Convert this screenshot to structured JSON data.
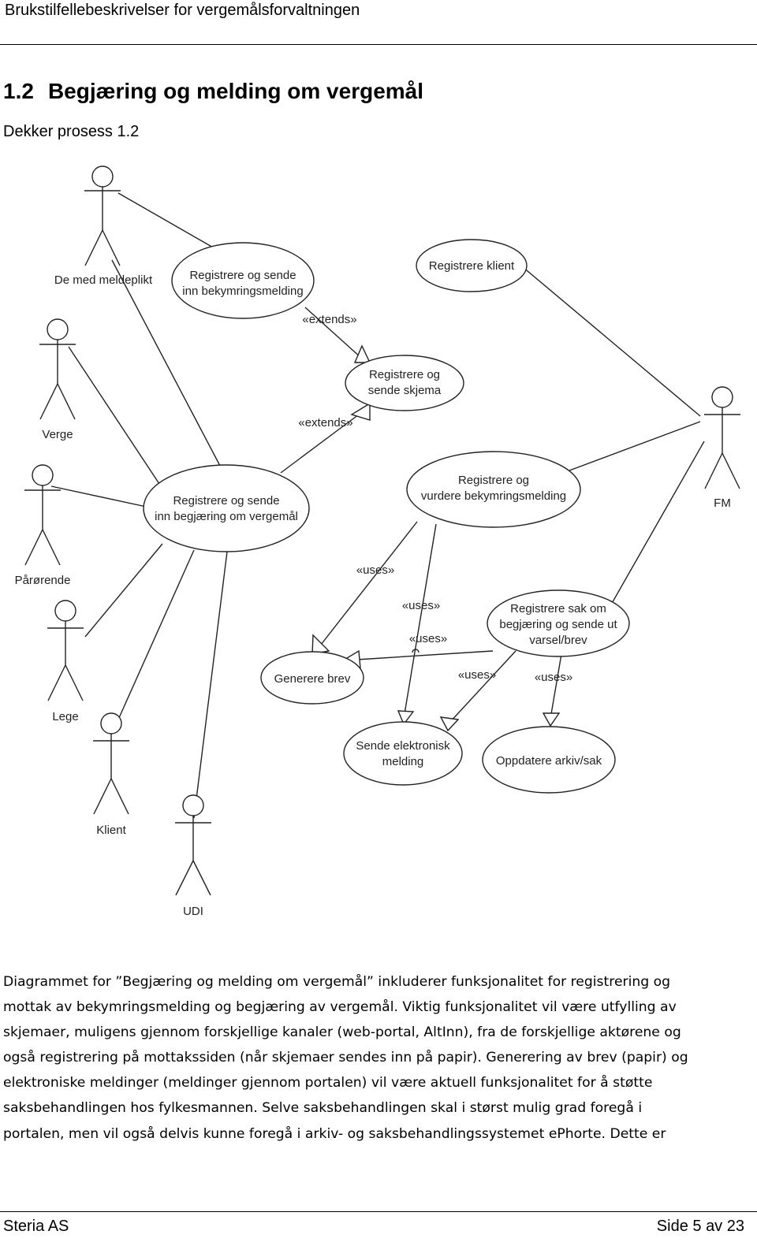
{
  "header": {
    "title": "Brukstilfellebeskrivelser for vergemålsforvaltningen"
  },
  "section": {
    "number": "1.2",
    "title": "Begjæring og melding om vergemål",
    "subtitle": "Dekker prosess 1.2"
  },
  "diagram": {
    "actors": {
      "de_med_meldeplikt": "De med meldeplikt",
      "verge": "Verge",
      "parorende": "Pårørende",
      "lege": "Lege",
      "klient": "Klient",
      "udi": "UDI",
      "fm": "FM"
    },
    "use_cases": {
      "reg_bekymring": [
        "Registrere og sende",
        "inn bekymringsmelding"
      ],
      "reg_klient": [
        "Registrere klient"
      ],
      "reg_skjema": [
        "Registrere og",
        "sende skjema"
      ],
      "reg_begjaering": [
        "Registrere og sende",
        "inn begjæring om vergemål"
      ],
      "reg_vurdere": [
        "Registrere og",
        "vurdere bekymringsmelding"
      ],
      "reg_sak": [
        "Registrere sak om",
        "begjæring og sende ut",
        "varsel/brev"
      ],
      "generere_brev": [
        "Generere brev"
      ],
      "sende_elektronisk": [
        "Sende elektronisk",
        "melding"
      ],
      "oppdatere_arkiv": [
        "Oppdatere arkiv/sak"
      ]
    },
    "stereotypes": {
      "extends": "«extends»",
      "uses": "«uses»"
    }
  },
  "body_lines": [
    "Diagrammet for ”Begjæring og melding om vergemål” inkluderer funksjonalitet for registrering og",
    "mottak av bekymringsmelding og begjæring av vergemål. Viktig funksjonalitet vil være utfylling av",
    "skjemaer, muligens gjennom forskjellige kanaler (web-portal, AltInn), fra de forskjellige aktørene og",
    "også registrering på mottakssiden (når skjemaer sendes inn på papir). Generering av brev (papir) og",
    "elektroniske meldinger (meldinger gjennom portalen) vil være aktuell funksjonalitet for å støtte",
    "saksbehandlingen hos fylkesmannen. Selve saksbehandlingen skal i størst mulig grad foregå i",
    "portalen, men vil også delvis kunne foregå i arkiv- og saksbehandlingssystemet ePhorte. Dette er"
  ],
  "footer": {
    "company": "Steria AS",
    "page": "Side 5 av 23"
  }
}
